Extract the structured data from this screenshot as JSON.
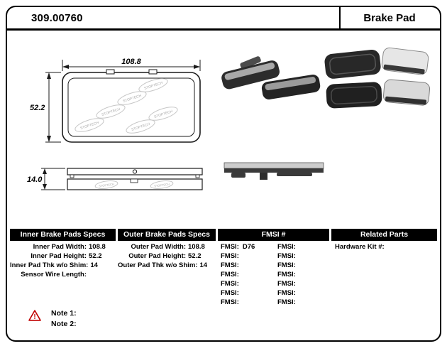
{
  "header": {
    "part_number": "309.00760",
    "product_type": "Brake Pad"
  },
  "drawing": {
    "brand": "STOPTECH",
    "front_view": {
      "width_label": "108.8",
      "height_label": "52.2"
    },
    "side_view": {
      "thickness_label": "14.0"
    }
  },
  "specs": {
    "inner": {
      "header": "Inner Brake Pads Specs",
      "rows": [
        {
          "label": "Inner Pad Width:",
          "value": "108.8"
        },
        {
          "label": "Inner Pad Height:",
          "value": "52.2"
        },
        {
          "label": "Inner Pad Thk w/o Shim:",
          "value": "14"
        },
        {
          "label": "Sensor Wire Length:",
          "value": ""
        }
      ]
    },
    "outer": {
      "header": "Outer Brake Pads Specs",
      "rows": [
        {
          "label": "Outer Pad Width:",
          "value": "108.8"
        },
        {
          "label": "Outer Pad Height:",
          "value": "52.2"
        },
        {
          "label": "Outer Pad Thk w/o Shim:",
          "value": "14"
        }
      ]
    },
    "fmsi": {
      "header": "FMSI #",
      "rows": [
        {
          "left_label": "FMSI:",
          "left_value": "D76",
          "right_label": "FMSI:",
          "right_value": ""
        },
        {
          "left_label": "FMSI:",
          "left_value": "",
          "right_label": "FMSI:",
          "right_value": ""
        },
        {
          "left_label": "FMSI:",
          "left_value": "",
          "right_label": "FMSI:",
          "right_value": ""
        },
        {
          "left_label": "FMSI:",
          "left_value": "",
          "right_label": "FMSI:",
          "right_value": ""
        },
        {
          "left_label": "FMSI:",
          "left_value": "",
          "right_label": "FMSI:",
          "right_value": ""
        },
        {
          "left_label": "FMSI:",
          "left_value": "",
          "right_label": "FMSI:",
          "right_value": ""
        },
        {
          "left_label": "FMSI:",
          "left_value": "",
          "right_label": "FMSI:",
          "right_value": ""
        }
      ]
    },
    "related": {
      "header": "Related Parts",
      "rows": [
        {
          "label": "Hardware Kit #:",
          "value": ""
        }
      ]
    }
  },
  "notes": {
    "warning_glyph": "!",
    "items": [
      "Note 1:",
      "Note 2:"
    ]
  }
}
